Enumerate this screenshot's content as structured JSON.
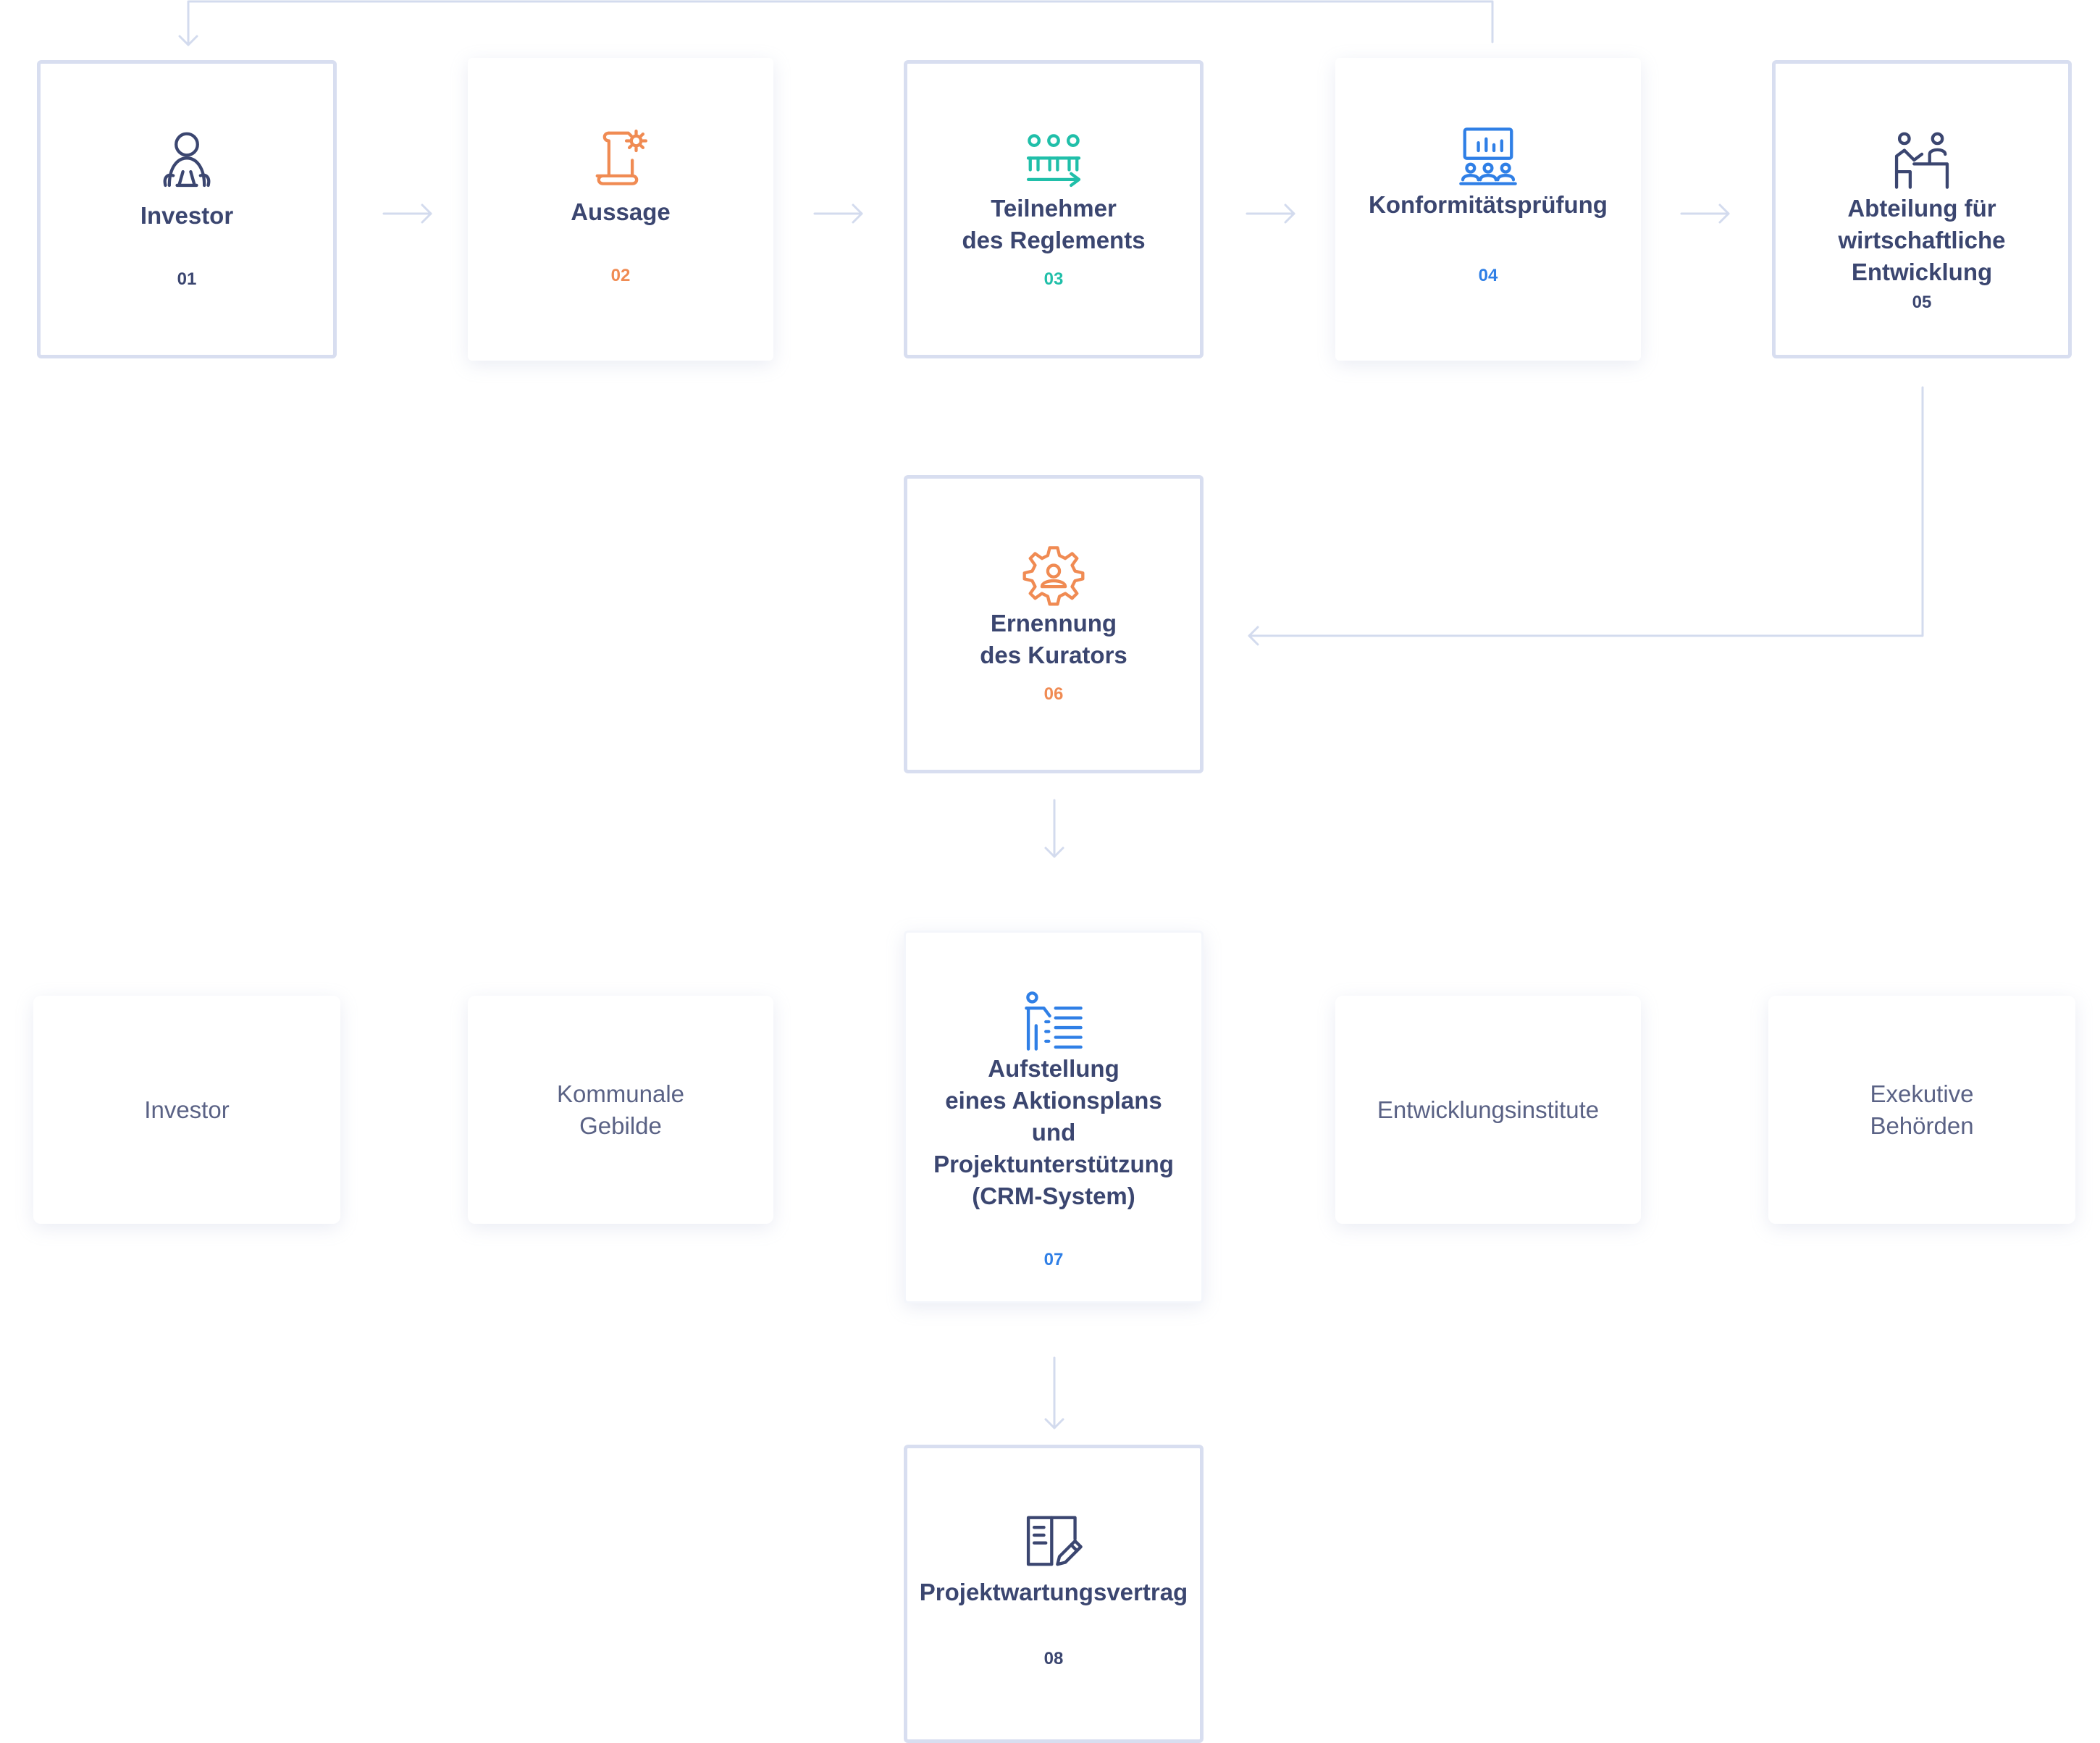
{
  "colors": {
    "navy": "#3b4670",
    "orange": "#f08b53",
    "teal": "#20bfa9",
    "blue": "#2f7fe6",
    "connector": "#d3dbee"
  },
  "steps": [
    {
      "title": "Investor",
      "number": "01",
      "icon": "investor-icon"
    },
    {
      "title": "Aussage",
      "number": "02",
      "icon": "document-gear-icon"
    },
    {
      "title": "Teilnehmer\ndes Reglements",
      "number": "03",
      "icon": "team-icon"
    },
    {
      "title": "Konformitätsprüfung",
      "number": "04",
      "icon": "presentation-audience-icon"
    },
    {
      "title": "Abteilung für\nwirtschaftliche\nEntwicklung",
      "number": "05",
      "icon": "office-desk-icon"
    },
    {
      "title": "Ernennung\ndes Kurators",
      "number": "06",
      "icon": "gear-person-icon"
    },
    {
      "title": "Aufstellung\neines Aktionsplans\nund\nProjektunterstützung\n(CRM-System)",
      "number": "07",
      "icon": "person-checklist-icon"
    },
    {
      "title": "Projektwartungsvertrag",
      "number": "08",
      "icon": "book-pen-icon"
    }
  ],
  "stakeholders": [
    {
      "label": "Investor"
    },
    {
      "label": "Kommunale\nGebilde"
    },
    {
      "label": "Entwicklungsinstitute"
    },
    {
      "label": "Exekutive\nBehörden"
    }
  ]
}
